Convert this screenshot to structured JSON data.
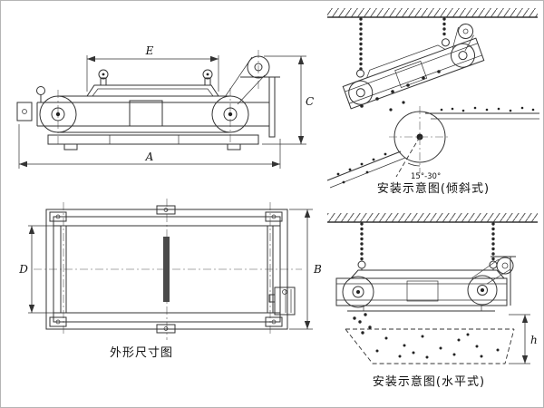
{
  "figure": {
    "captions": {
      "outline": "外形尺寸图",
      "inclined": "安装示意图(倾斜式)",
      "horizontal": "安装示意图(水平式)"
    },
    "dimensions": {
      "e": "E",
      "c": "C",
      "a": "A",
      "d": "D",
      "b": "B",
      "h": "h",
      "angle": "15°-30°"
    },
    "colors": {
      "line": "#333333",
      "background": "#ffffff"
    }
  }
}
